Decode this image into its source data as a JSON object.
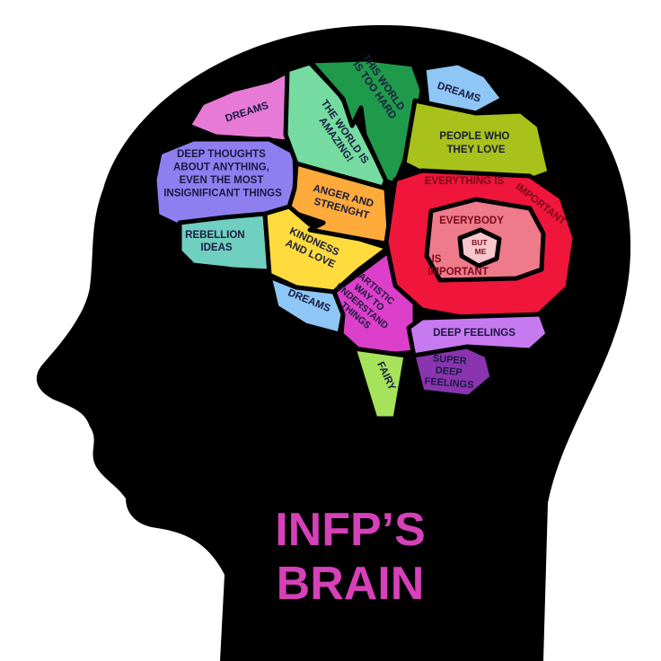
{
  "title": {
    "line1": "INFP’S",
    "line2": "BRAIN",
    "color": "#d640b8"
  },
  "head_color": "#000000",
  "regions": {
    "dreams_top_left": {
      "lines": [
        "DREAMS"
      ],
      "color": "#e77ad6"
    },
    "deep_thoughts": {
      "lines": [
        "DEEP THOUGHTS",
        "ABOUT ANYTHING,",
        "EVEN THE MOST",
        "INSIGNIFICANT THINGS"
      ],
      "color": "#8f7ef0"
    },
    "rebellion": {
      "lines": [
        "REBELLION",
        "IDEAS"
      ],
      "color": "#6fcfc0"
    },
    "world_amazing": {
      "lines": [
        "THE WORLD IS",
        "AMAZING!"
      ],
      "color": "#75dba0"
    },
    "world_too_hard": {
      "lines": [
        "THIS WORLD",
        "IS TOO HARD"
      ],
      "color": "#1f9a4a"
    },
    "anger": {
      "lines": [
        "ANGER AND",
        "STRENGHT"
      ],
      "color": "#ffab3c"
    },
    "kindness": {
      "lines": [
        "KINDNESS",
        "AND LOVE"
      ],
      "color": "#ffdb3e"
    },
    "dreams_lower": {
      "lines": [
        "DREAMS"
      ],
      "color": "#8ec6f5"
    },
    "artistic": {
      "lines": [
        "ARTISTIC",
        "WAY TO",
        "UNDERSTAND",
        "THINGS"
      ],
      "color": "#dc3fc9"
    },
    "fairy": {
      "lines": [
        "FAIRY"
      ],
      "color": "#a6e35a"
    },
    "dreams_top_right": {
      "lines": [
        "DREAMS"
      ],
      "color": "#8ec6f5"
    },
    "people_love": {
      "lines": [
        "PEOPLE WHO",
        "THEY LOVE"
      ],
      "color": "#a8c21b"
    },
    "everything_important": {
      "lines": [
        "EVERYTHING IS",
        "IMPORTANT"
      ],
      "color": "#f0153a"
    },
    "everybody_important": {
      "lines": [
        "EVERYBODY",
        "IS",
        "IMPORTANT"
      ],
      "color": "#ee7a8a"
    },
    "but_me": {
      "lines": [
        "BUT",
        "ME"
      ],
      "color": "#f8c6cc"
    },
    "deep_feelings": {
      "lines": [
        "DEEP FEELINGS"
      ],
      "color": "#c77af0"
    },
    "super_deep_feelings": {
      "lines": [
        "SUPER",
        "DEEP",
        "FEELINGS"
      ],
      "color": "#8a34b0"
    }
  }
}
